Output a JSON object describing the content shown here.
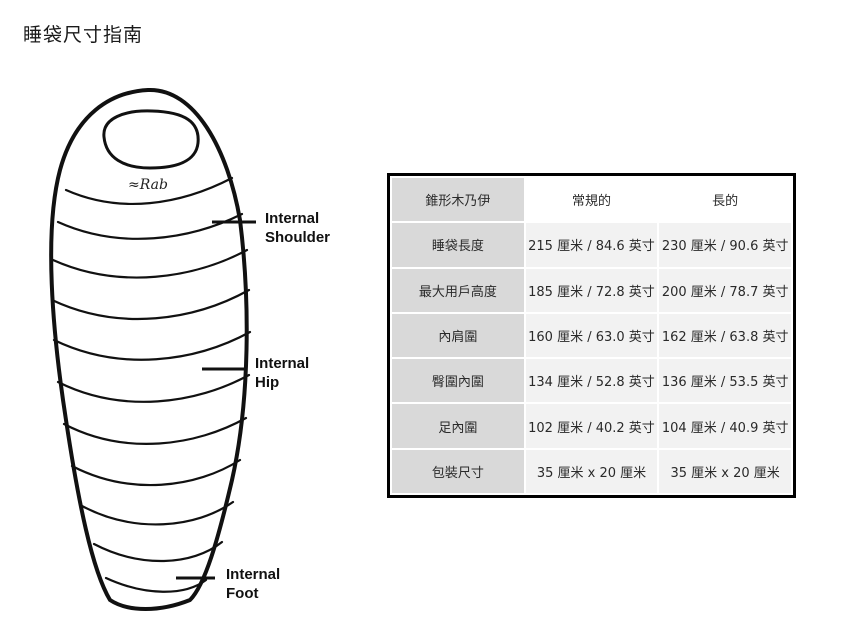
{
  "page": {
    "title": "睡袋尺寸指南"
  },
  "diagram": {
    "logo_text": "≈Rab",
    "callouts": [
      {
        "id": "shoulder",
        "line1": "Internal",
        "line2": "Shoulder"
      },
      {
        "id": "hip",
        "line1": "Internal",
        "line2": "Hip"
      },
      {
        "id": "foot",
        "line1": "Internal",
        "line2": "Foot"
      }
    ]
  },
  "size_table": {
    "corner_label": "錐形木乃伊",
    "columns": [
      "常規的",
      "長的"
    ],
    "rows": [
      {
        "label": "睡袋長度",
        "values": [
          "215 厘米 / 84.6 英寸",
          "230 厘米 / 90.6 英寸"
        ]
      },
      {
        "label": "最大用戶高度",
        "values": [
          "185 厘米 / 72.8 英寸",
          "200 厘米 / 78.7 英寸"
        ]
      },
      {
        "label": "內肩圍",
        "values": [
          "160 厘米 / 63.0 英寸",
          "162 厘米 / 63.8 英寸"
        ]
      },
      {
        "label": "臀圍內圍",
        "values": [
          "134 厘米 / 52.8 英寸",
          "136 厘米 / 53.5 英寸"
        ]
      },
      {
        "label": "足內圍",
        "values": [
          "102 厘米 / 40.2 英寸",
          "104 厘米 / 40.9 英寸"
        ]
      },
      {
        "label": "包裝尺寸",
        "values": [
          "35 厘米 x 20 厘米",
          "35 厘米 x 20 厘米"
        ]
      }
    ]
  }
}
